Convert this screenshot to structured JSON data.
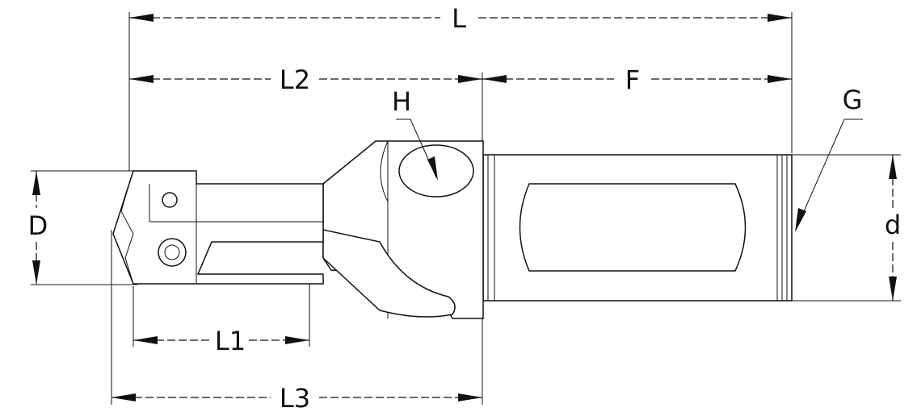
{
  "dimensions": {
    "L": "L",
    "L2": "L2",
    "F": "F",
    "H": "H",
    "G": "G",
    "D": "D",
    "d": "d",
    "L1": "L1",
    "L3": "L3"
  }
}
